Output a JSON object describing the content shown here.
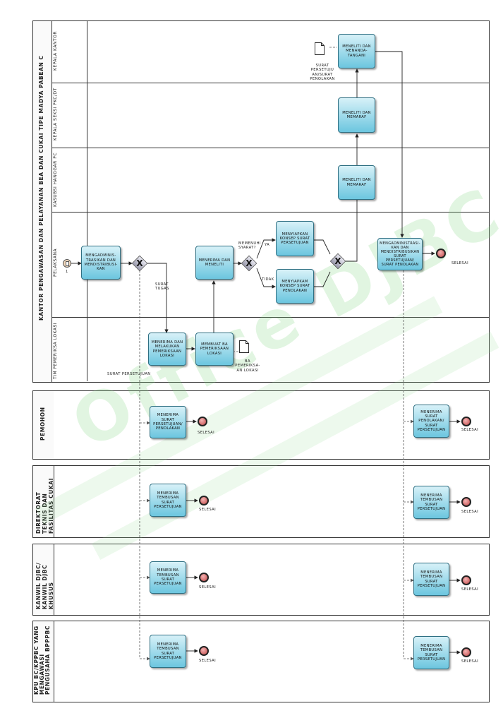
{
  "watermark": "Office DJBC",
  "pool_main": {
    "title": "KANTOR PENGAWASAN DAN PELAYANAN BEA DAN CUKAI TIPE MADYA PABEAN C",
    "lanes": [
      "KEPALA KANTOR",
      "KEPALA SEKSI PKC/DT",
      "KASUBSI HANGGAR PC",
      "PELAKSANA",
      "TIM PEMERIKSA LOKASI"
    ]
  },
  "pools": {
    "pemohon": "PEMOHON",
    "direktorat": "DIREKTORAT TEKNIS DAN FASILITAS CUKAI",
    "kanwil": "KANWIL DJBC/ KANWIL DJBC KHUSUS",
    "kppbc": "KPU BC/KPPBC YANG MENGAWASI PENGUSAHA BPPPBC"
  },
  "tasks": {
    "mengadministrasikan1": "MENGADMINIS-TRASIKAN DAN MENDISTRIBUSI-KAN",
    "menerima_meneliti": "MENERIMA DAN MENELITI",
    "menyiapkan_persetujuan": "MENYIAPKAN KONSEP SURAT PERSETUJUAN",
    "menyiapkan_penolakan": "MENYIAPKAM KONSEP SURAT PENOLAKAN",
    "meneliti_paraf_kasubsi": "MENELITI DAN MEMARAF",
    "meneliti_paraf_kasi": "MENELITI DAN MEMARAF",
    "meneliti_tandatangan": "MENELITI DAN MENANDA-TANGANI",
    "mengadministrasikan2": "MENGADMINISTRASI-KAN DAN MENDISTRIBUSIKAN SURAT PERSETUJUAN/ SURAT PENOLAKAN",
    "menerima_melakukan": "MENERIMA DAN MELAKUKAN PEMERIKSAAN LOKASI",
    "membuat_ba": "MEMBUAT BA PEMERIKSAAN LOKASI",
    "pemohon_left": "MENERIMA SURAT PERSETUJUAN/ PENOLAKAN",
    "pemohon_right": "MENERIMA SURAT PENOLAKAN/ SURAT PERSETUJUAN",
    "tembusan": "MENERIMA TEMBUSAN SURAT PERSETUJUAN",
    "dit_left": "MENERIMA TEMBUSAN SURAT PERSETUJUAN"
  },
  "labels": {
    "start": "1",
    "selesai": "SELESAI",
    "surat_tugas": "SURAT TUGAS",
    "surat_persetujuan": "SURAT PERSETUJUAN",
    "memenuhi_syarat": "MEMENUHI SYARAT?",
    "ya": "YA",
    "tidak": "TIDAK",
    "ba_doc": "BA PEMERIKSA-AN LOKASI",
    "surat_doc": "SURAT PERSETUJU AN/SURAT PENOLAKAN"
  }
}
